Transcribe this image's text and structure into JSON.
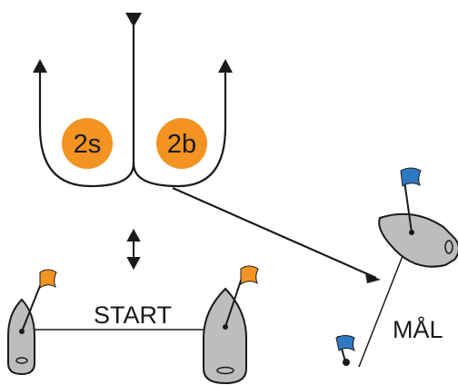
{
  "marks": [
    {
      "id": "2s",
      "label": "2s"
    },
    {
      "id": "2b",
      "label": "2b"
    }
  ],
  "start": {
    "label": "START"
  },
  "finish": {
    "label": "MÅL"
  },
  "colors": {
    "mark_fill": "#f39322",
    "flag_orange": "#f39322",
    "flag_blue": "#2f79c2",
    "hull_fill": "#bdbdbd",
    "line": "#1a1a1a"
  },
  "icons": [
    "arrow-up-icon",
    "arrow-down-icon",
    "boat-icon",
    "flag-icon",
    "buoy-icon"
  ]
}
